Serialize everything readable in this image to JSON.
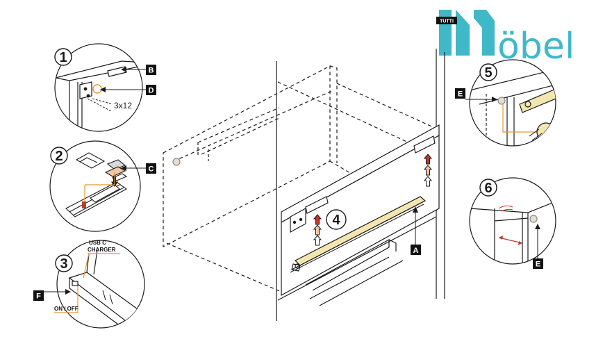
{
  "brand": {
    "top_word": "TUTTI",
    "name": "öbel",
    "color": "#3fb8c8"
  },
  "steps": [
    "1",
    "2",
    "3",
    "4",
    "5",
    "6"
  ],
  "labels": {
    "A": "A",
    "B": "B",
    "C": "C",
    "D": "D",
    "E": "E",
    "F": "F"
  },
  "annotations": {
    "screws": "3x12",
    "usb_line1": "USB C",
    "usb_line2": "CHARGER",
    "switch": "ON / OFF"
  },
  "colors": {
    "line": "#1a1a1a",
    "accent_orange": "#e8962a",
    "arrow_red": "#c0392b",
    "led_strip": "#f3e6b0",
    "tag_bg": "#111111"
  }
}
